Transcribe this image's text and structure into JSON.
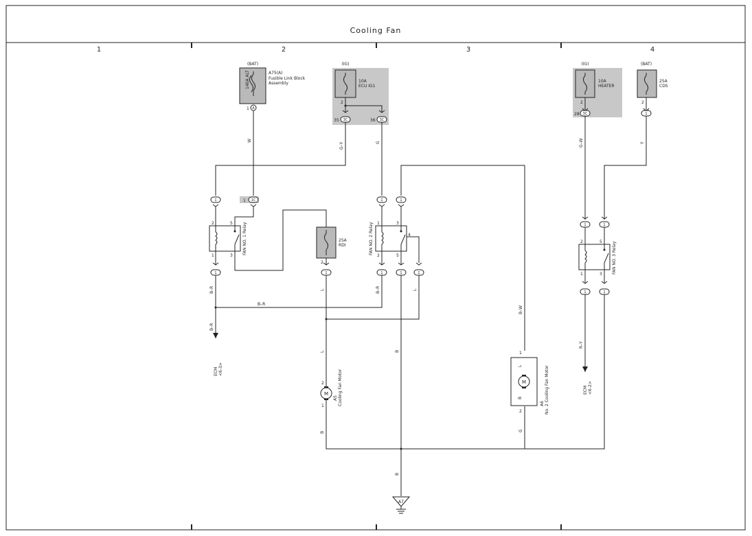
{
  "title": "Cooling Fan",
  "columns": [
    "1",
    "2",
    "3",
    "4"
  ],
  "power": {
    "bat": "(BAT)",
    "ig": "(IG)"
  },
  "fuses": {
    "alt": {
      "rating": "140A ALT",
      "id": "A75(A)",
      "desc1": "Fusible Link Block",
      "desc2": "Assembly",
      "pin": "1",
      "conn": "A"
    },
    "ecu": {
      "rating": "10A",
      "name": "ECU IG1",
      "pin": "2"
    },
    "rdi": {
      "rating": "25A",
      "name": "RDI",
      "pin": "2"
    },
    "heater": {
      "rating": "10A",
      "name": "HEATER",
      "pin": "2"
    },
    "cds": {
      "rating": "25A",
      "name": "CDS",
      "pin": "2"
    }
  },
  "connectors": {
    "c35": {
      "pin": "35",
      "id": "3C"
    },
    "c36": {
      "pin": "36",
      "id": "3C"
    },
    "c28": {
      "pin": "28",
      "id": "3C"
    },
    "c1c": {
      "pin": "1",
      "id": "1C"
    },
    "one": "1"
  },
  "relays": {
    "r1": {
      "name": "FAN NO. 1 Relay",
      "p2": "2",
      "p5": "5",
      "p1": "1",
      "p3": "3"
    },
    "r2": {
      "name": "FAN NO. 2 Relay",
      "p1": "1",
      "p3": "3",
      "p4": "4",
      "p2": "2",
      "p5": "5"
    },
    "r3": {
      "name": "FAN NO. 3 Relay",
      "p2": "2",
      "p5": "5",
      "p1": "1",
      "p3": "3"
    }
  },
  "wires": {
    "w": "W",
    "gy": "G–Y",
    "g": "G",
    "gw": "G–W",
    "y": "Y",
    "br": "B–R",
    "l": "L",
    "b": "B",
    "bw": "B–W",
    "ry": "R–Y"
  },
  "motors": {
    "m1": {
      "id": "A5",
      "name": "Cooling Fan Motor",
      "p2": "2",
      "p1": "1",
      "symbol": "M"
    },
    "m2": {
      "id": "A6",
      "name": "No. 2 Cooling Fan Motor",
      "p1": "1",
      "p2": "2",
      "symbol": "M",
      "l": "L",
      "b": "B"
    }
  },
  "ecm": {
    "left": "ECM",
    "left_ref": "<6-3>",
    "right": "ECM",
    "right_ref": "<6-2>"
  },
  "ground": {
    "id": "A7"
  }
}
